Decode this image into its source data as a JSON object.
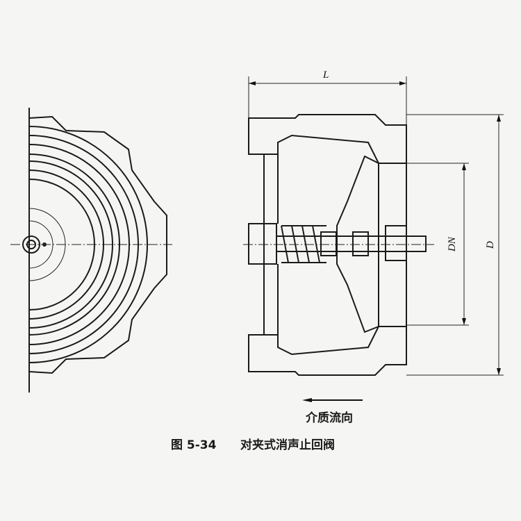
{
  "figure": {
    "dimension_labels": {
      "length": "L",
      "nominal_diameter": "DN",
      "outer_diameter": "D"
    },
    "flow_direction_label": "介质流向",
    "caption_number": "图 5-34",
    "caption_title": "对夹式消声止回阀"
  }
}
